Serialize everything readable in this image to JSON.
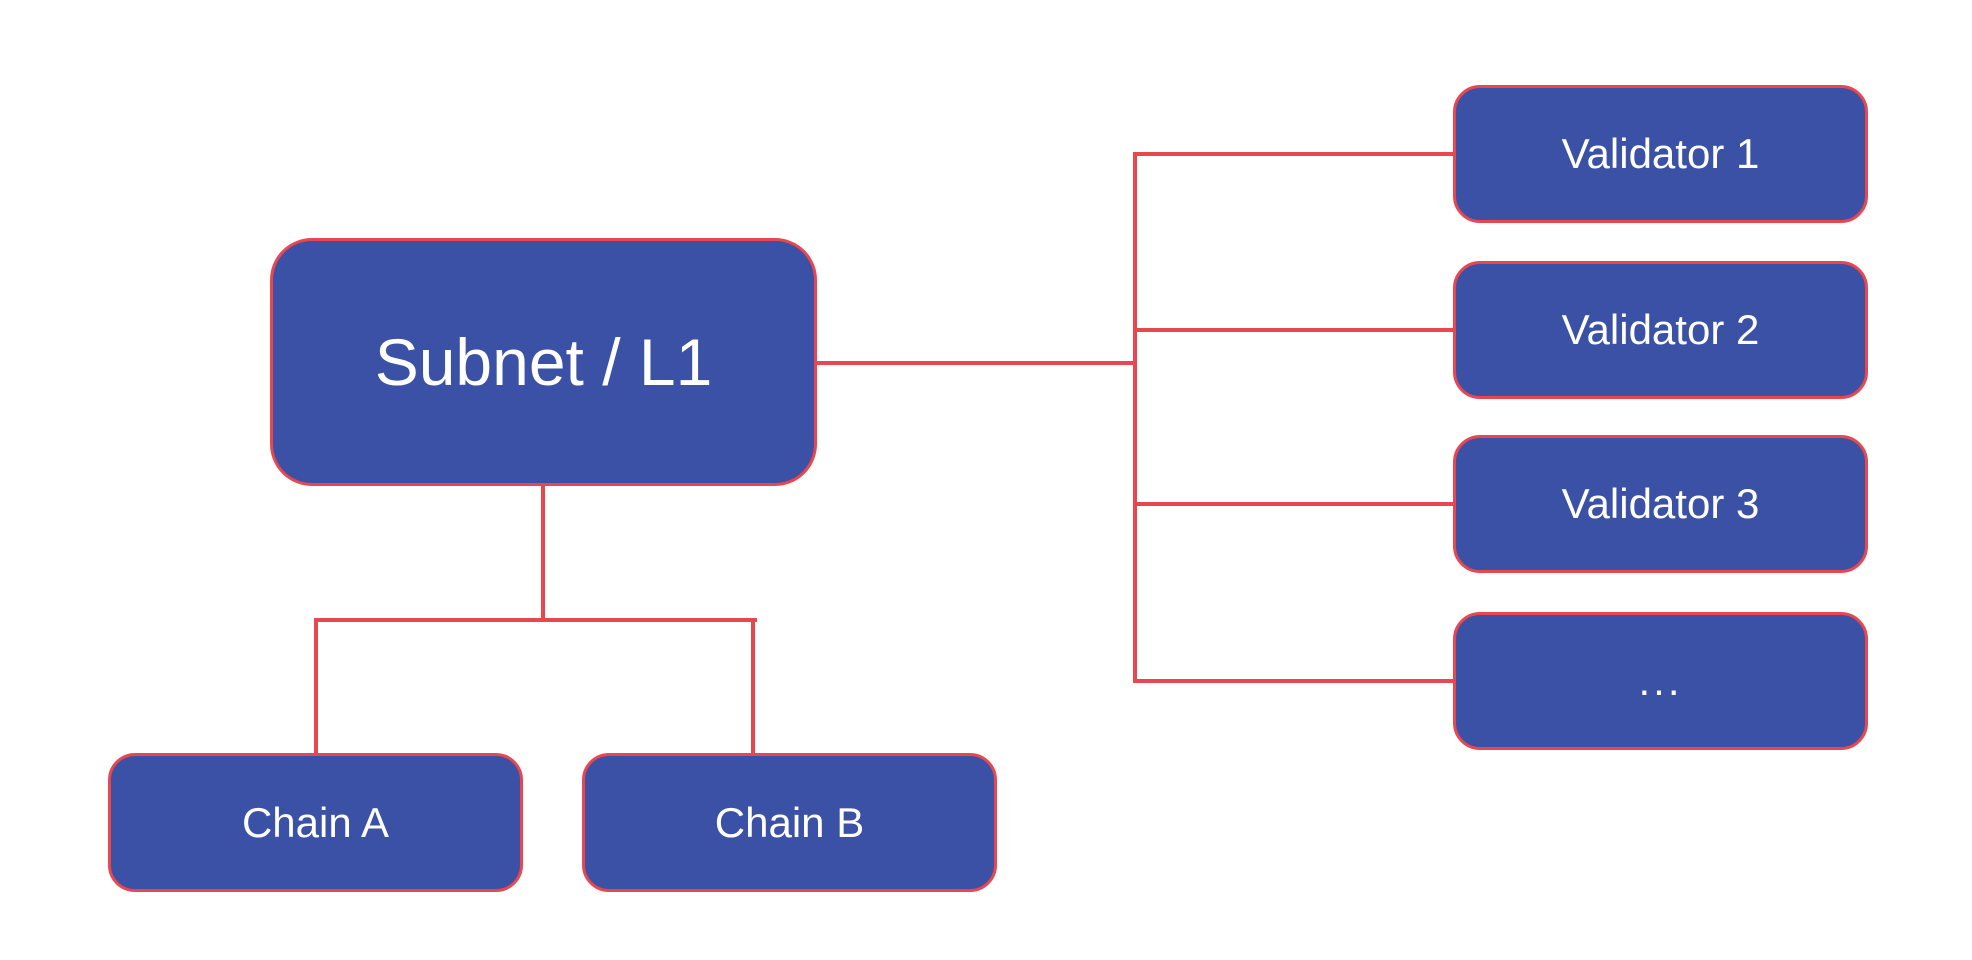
{
  "diagram": {
    "colors": {
      "node_fill": "#3B51A5",
      "node_border": "#E9474F",
      "connector": "#E9474F",
      "text": "#FFFFFF",
      "background": "#FFFFFF"
    },
    "nodes": {
      "root": {
        "label": "Subnet / L1"
      },
      "chains": [
        {
          "label": "Chain A"
        },
        {
          "label": "Chain B"
        }
      ],
      "validators": [
        {
          "label": "Validator 1"
        },
        {
          "label": "Validator 2"
        },
        {
          "label": "Validator 3"
        },
        {
          "label": "..."
        }
      ]
    },
    "edges": [
      {
        "from": "Subnet / L1",
        "to": "Chain A"
      },
      {
        "from": "Subnet / L1",
        "to": "Chain B"
      },
      {
        "from": "Subnet / L1",
        "to": "Validator 1"
      },
      {
        "from": "Subnet / L1",
        "to": "Validator 2"
      },
      {
        "from": "Subnet / L1",
        "to": "Validator 3"
      },
      {
        "from": "Subnet / L1",
        "to": "..."
      }
    ]
  }
}
